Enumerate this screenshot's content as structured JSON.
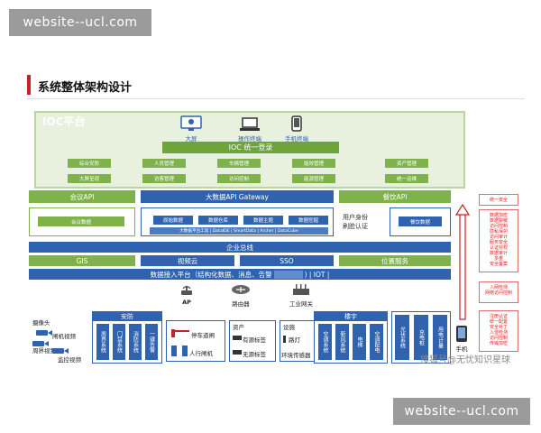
{
  "watermark_top": "website--ucl.com",
  "watermark_bottom": "website--ucl.com",
  "page_title": "系统整体架构设计",
  "ioc": {
    "title": "IOC平台",
    "devices": [
      "大屏",
      "操作终端",
      "手机终端"
    ],
    "login_bar": "IOC 统一登录",
    "modules_row1": [
      "综合安防",
      "人员管理",
      "车辆管理",
      "能效管理",
      "资产管理"
    ],
    "modules_row2": [
      "大屏呈现",
      "访客管理",
      "访问控制",
      "能源管理",
      "统一运维"
    ]
  },
  "api_row": {
    "meeting_api": "会议API",
    "bigdata_api": "大数据API Gateway",
    "dining_api": "餐饮API",
    "security_label": "统一安全"
  },
  "middle": {
    "meeting_data": "会议数据",
    "data_blocks": [
      "原始数据",
      "数据仓库",
      "数据主题",
      "数据挖掘"
    ],
    "bigdata_tools": "大数据平台工具 | DataIDE | SmartData | Archer | DataCube",
    "identity": "用户身份\n刷脸认证",
    "dining_data": "餐饮数据",
    "security_notes": [
      "数据加密",
      "数据脱敏",
      "访问控制",
      "隐私保护",
      "访问审计",
      "服务安全",
      "认证授权",
      "数据审计",
      "多重",
      "安全备案"
    ]
  },
  "bus": "企业总线",
  "services": [
    "GIS",
    "视频云",
    "SSO",
    "位置服务"
  ],
  "ingest": "数据接入平台（结构化数据、消息、告警",
  "ingest_tail": ") | IOT |",
  "iot_row": {
    "ap": "AP",
    "router": "路由器",
    "gateway": "工业网关",
    "iot_notes": [
      "入网检测",
      "网络访问控制"
    ],
    "ident_notes": [
      "注册认证",
      "统一配置",
      "安全补丁",
      "入侵检测",
      "访问控制",
      "传输加密"
    ]
  },
  "devices": {
    "camera": "摄像头",
    "gate_video": "闸机视频",
    "perimeter_video": "周界视频",
    "monitor_video": "监控视频",
    "security_title": "安防",
    "security_systems": [
      "周界系统",
      "门禁系统",
      "消防系统",
      "一键告警"
    ],
    "assets_title": "资产",
    "parking": "停车道闸",
    "people_gate": "人行闸机",
    "rfid": "有源标签",
    "passive": "无源标签",
    "facilities_title": "设施",
    "street_light": "路灯",
    "env_sensor": "环境传感器",
    "building_title": "楼宇",
    "building_systems": [
      "空调系统",
      "新风系统",
      "电梯",
      "空调配电"
    ],
    "energy": [
      "光伏系统",
      "充电桩",
      "用电计量"
    ],
    "phone": "手机"
  },
  "source_caption": "搜狐号@无忧知识星球"
}
